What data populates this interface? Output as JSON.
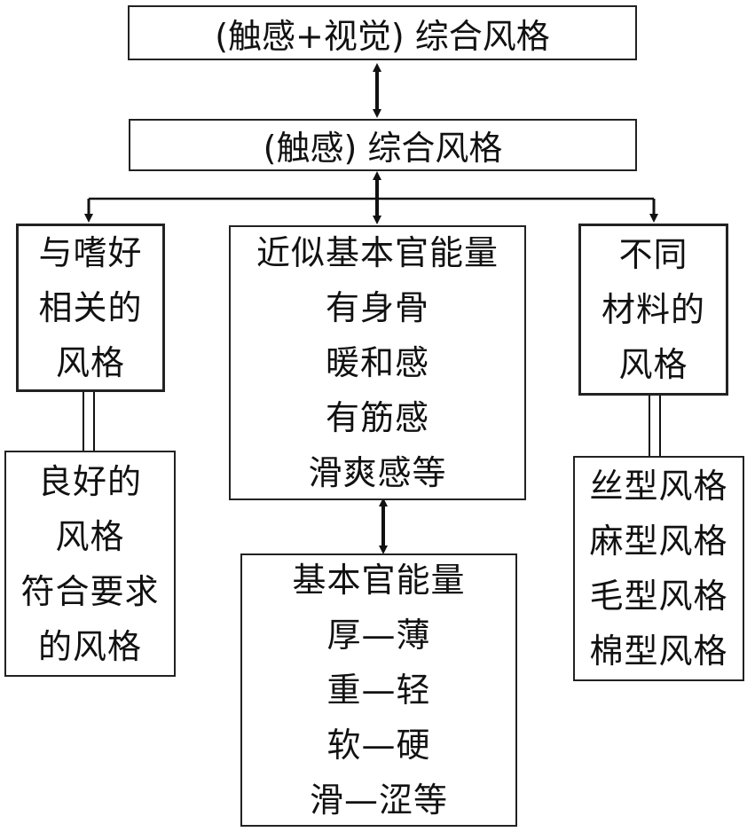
{
  "top": {
    "label": "(触感+视觉) 综合风格"
  },
  "second": {
    "label": "(触感) 综合风格"
  },
  "left_top": {
    "lines": [
      "与嗜好",
      "相关的",
      "风格"
    ]
  },
  "left_bottom": {
    "lines": [
      "良好的",
      "风格",
      "符合要求",
      "的风格"
    ]
  },
  "center_top": {
    "lines": [
      "近似基本官能量",
      "有身骨",
      "暖和感",
      "有筋感",
      "滑爽感等"
    ]
  },
  "center_bottom": {
    "lines": [
      "基本官能量",
      "厚—薄",
      "重—轻",
      "软—硬",
      "滑—涩等"
    ]
  },
  "right_top": {
    "lines": [
      "不同",
      "材料的",
      "风格"
    ]
  },
  "right_bottom": {
    "lines": [
      "丝型风格",
      "麻型风格",
      "毛型风格",
      "棉型风格"
    ]
  }
}
